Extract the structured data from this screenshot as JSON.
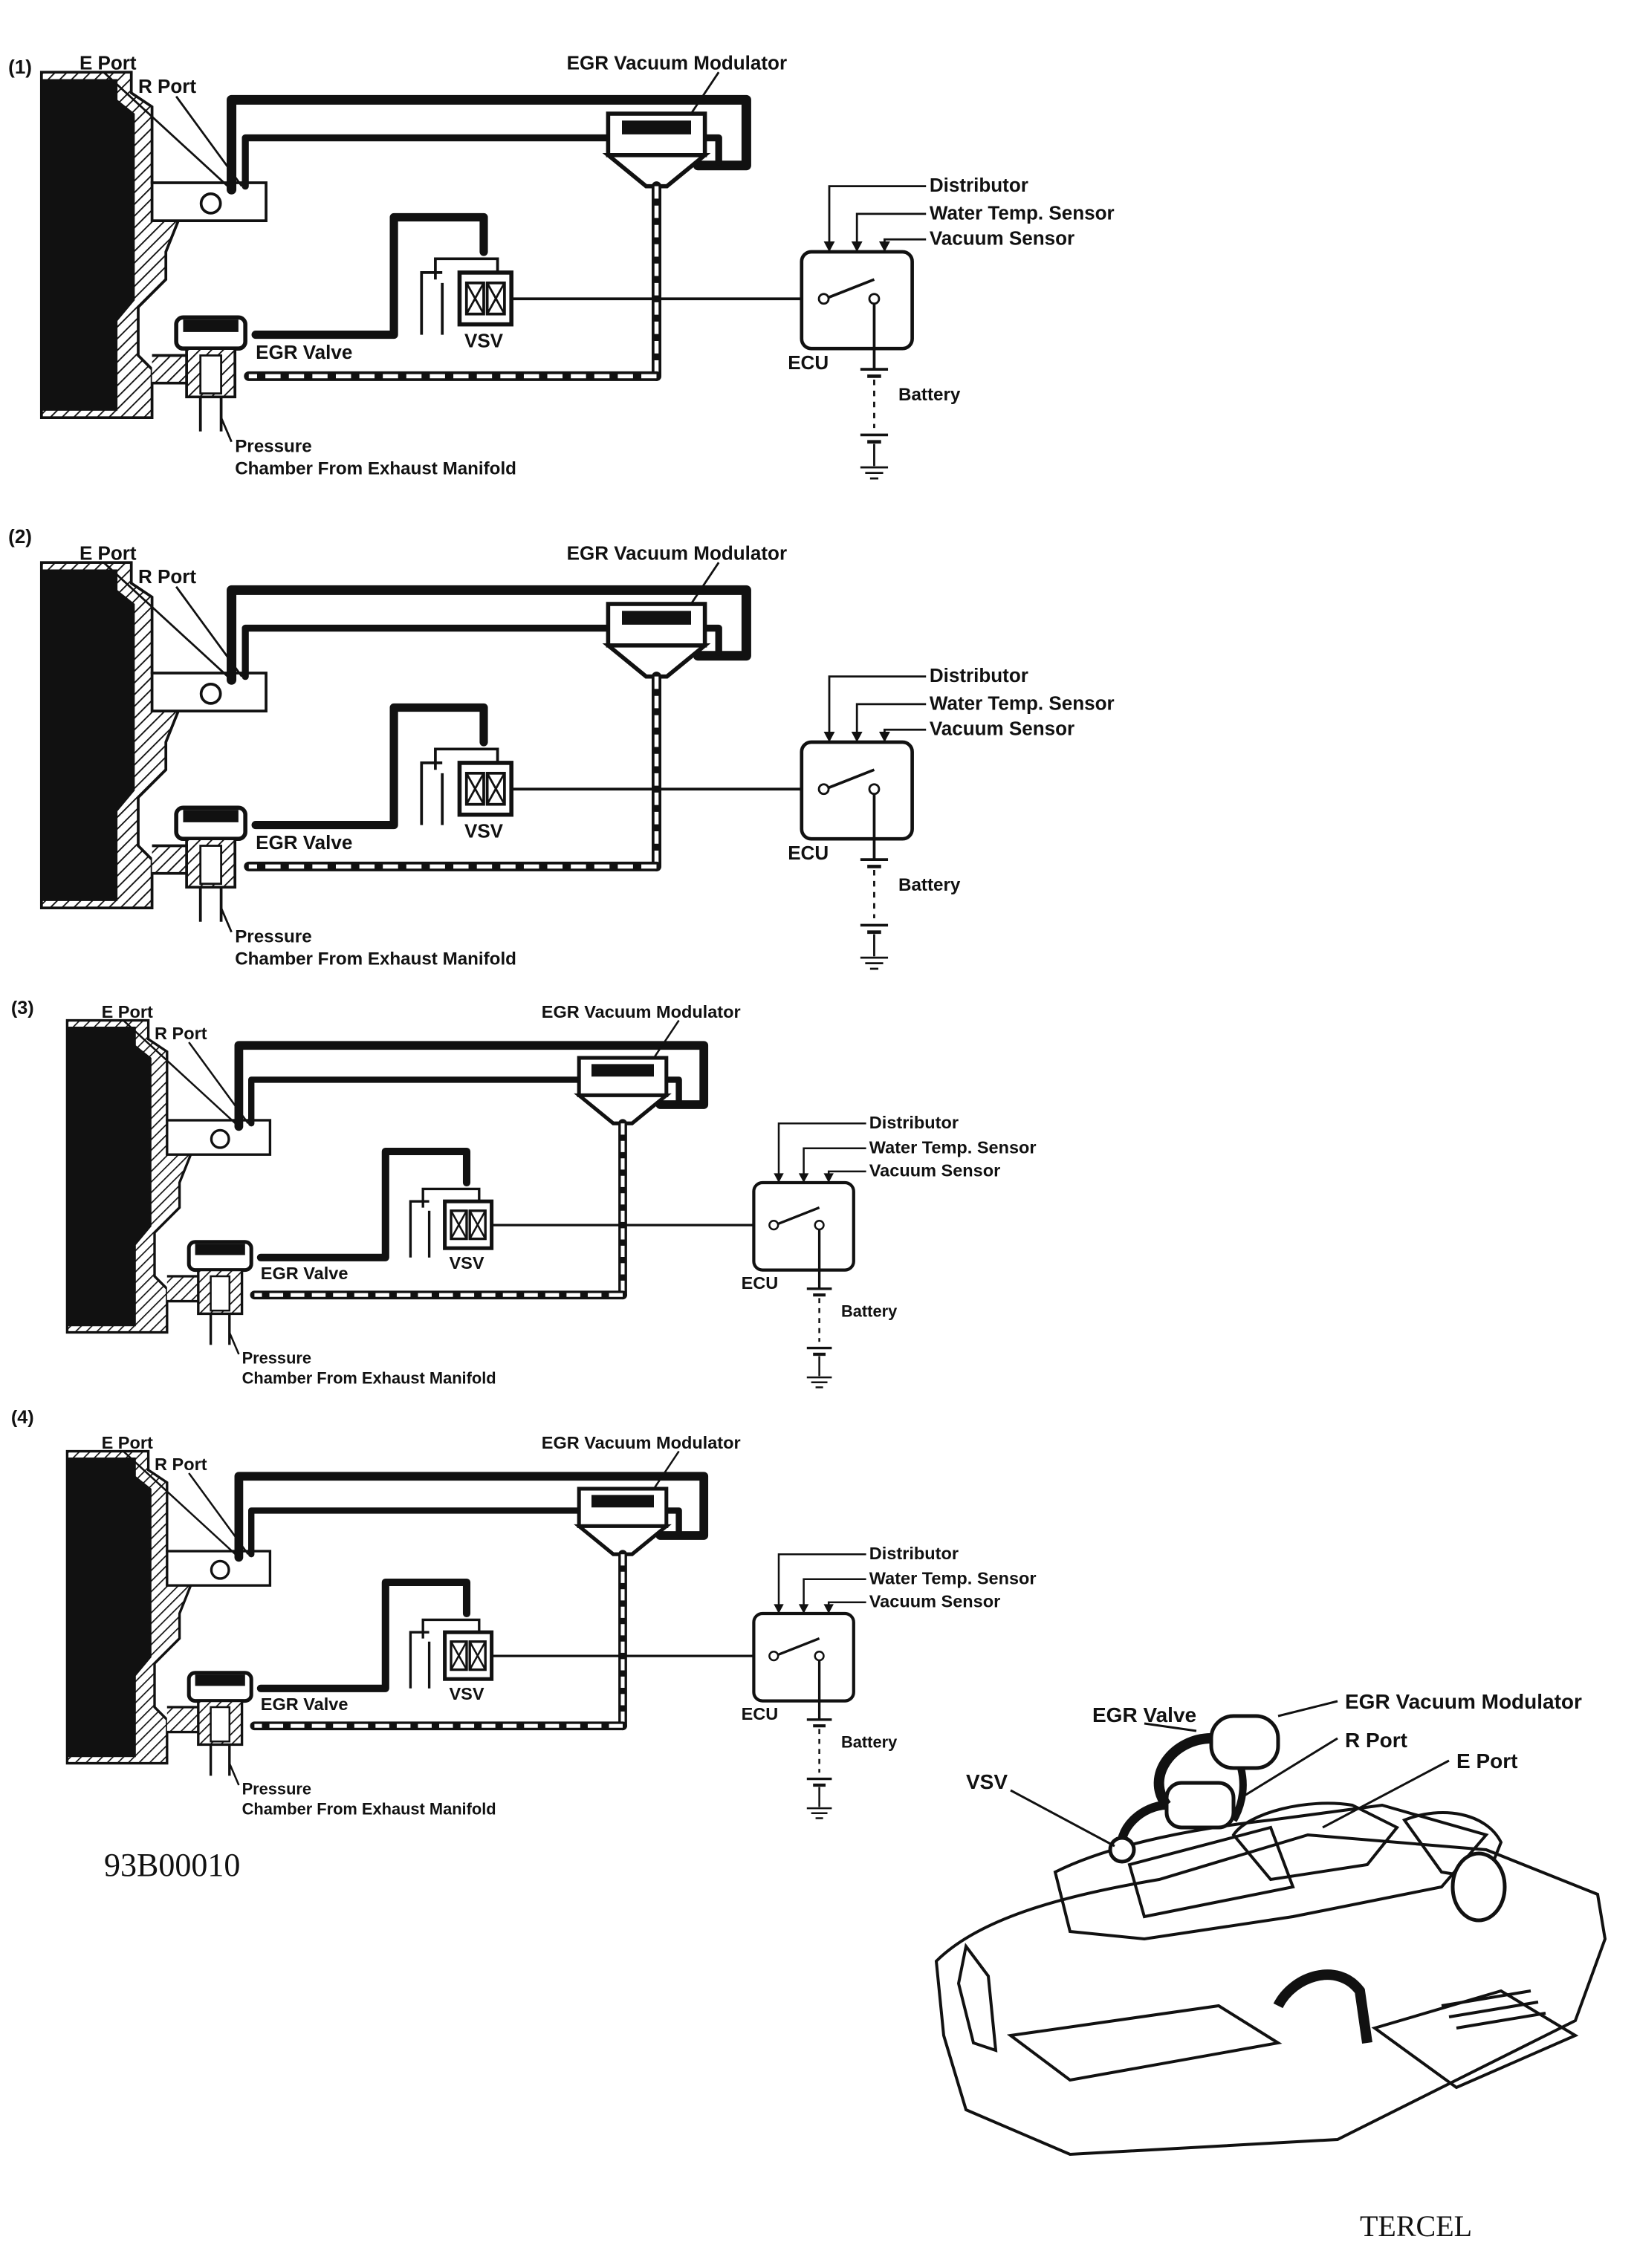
{
  "labels": {
    "e_port": "E Port",
    "r_port": "R Port",
    "egr_modulator": "EGR Vacuum Modulator",
    "egr_valve": "EGR Valve",
    "vsv": "VSV",
    "ecu": "ECU",
    "battery": "Battery",
    "distributor": "Distributor",
    "water_temp": "Water Temp. Sensor",
    "vacuum_sensor": "Vacuum Sensor",
    "pressure_line1": "Pressure",
    "pressure_line2": "Chamber From Exhaust Manifold"
  },
  "panels": [
    {
      "number": "(1)"
    },
    {
      "number": "(2)"
    },
    {
      "number": "(3)"
    },
    {
      "number": "(4)"
    }
  ],
  "figure_id": "93B00010",
  "engine": {
    "egr_valve": "EGR Valve",
    "egr_modulator": "EGR Vacuum Modulator",
    "r_port": "R Port",
    "e_port": "E Port",
    "vsv": "VSV",
    "caption": "TERCEL"
  }
}
